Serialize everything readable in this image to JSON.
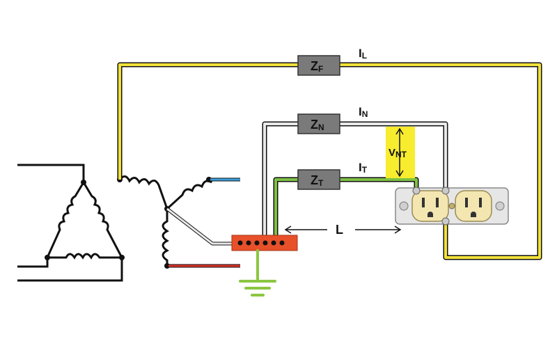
{
  "diagram": {
    "impedances": {
      "zf": {
        "main": "Z",
        "sub": "F"
      },
      "zn": {
        "main": "Z",
        "sub": "N"
      },
      "zt": {
        "main": "Z",
        "sub": "T"
      }
    },
    "currents": {
      "il": {
        "main": "I",
        "sub": "L"
      },
      "in": {
        "main": "I",
        "sub": "N"
      },
      "it": {
        "main": "I",
        "sub": "T"
      }
    },
    "voltage": {
      "main": "V",
      "sub": "NT"
    },
    "distance_label": "L"
  },
  "colors": {
    "line_conductor": "#f2e23a",
    "neutral_conductor": "#e8e8e8",
    "ground_conductor": "#7ec244",
    "bus_bar": "#e8502a",
    "ground_symbol": "#8cc641",
    "impedance_box": "#7a7a7a",
    "voltage_highlight": "#f8ec2e",
    "blue_lead": "#3aa0dc",
    "red_lead": "#d9322a",
    "receptacle_face": "#f3e6b0"
  }
}
